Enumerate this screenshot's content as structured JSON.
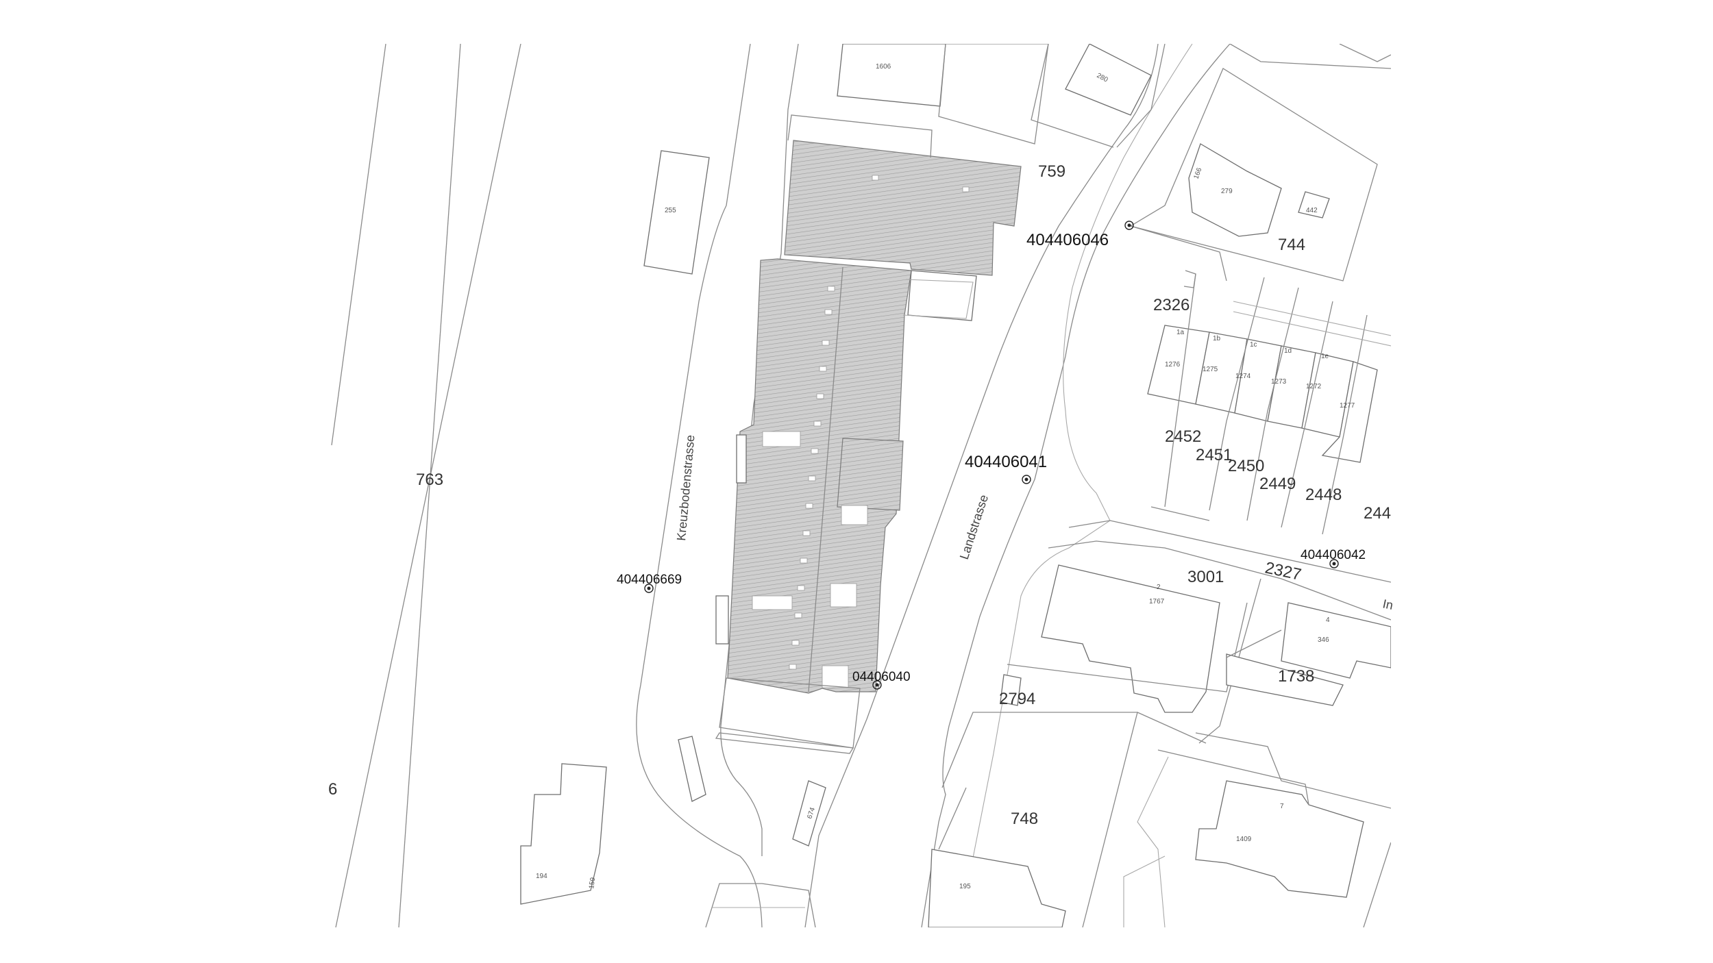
{
  "parcels": {
    "p759": "759",
    "p744": "744",
    "p763": "763",
    "p6": "6",
    "p2326": "2326",
    "p2452": "2452",
    "p2451": "2451",
    "p2450": "2450",
    "p2449": "2449",
    "p2448": "2448",
    "p244": "244",
    "p2327": "2327",
    "p3001": "3001",
    "p1738": "1738",
    "p2794": "2794",
    "p748": "748"
  },
  "buildings": {
    "b1606": "1606",
    "b280": "280",
    "b255": "255",
    "b279": "279",
    "b442": "442",
    "b166": "166",
    "b1276": "1276",
    "b1275": "1275",
    "b1274": "1274",
    "b1273": "1273",
    "b1272": "1272",
    "b1277": "1277",
    "b1767": "1767",
    "b346": "346",
    "b1409": "1409",
    "b194": "194",
    "b159": "159",
    "b195": "195",
    "b674": "674"
  },
  "house_numbers": {
    "h1a": "1a",
    "h1b": "1b",
    "h1c": "1c",
    "h1d": "1d",
    "h1e": "1e",
    "h2": "2",
    "h4": "4",
    "h7": "7"
  },
  "points": {
    "pt6046": "404406046",
    "pt6041": "404406041",
    "pt6042": "404406042",
    "pt6669": "404406669",
    "pt6040": "04406040"
  },
  "streets": {
    "kreuzboden": "Kreuzbodenstrasse",
    "landstrasse": "Landstrasse",
    "partial": "In"
  }
}
